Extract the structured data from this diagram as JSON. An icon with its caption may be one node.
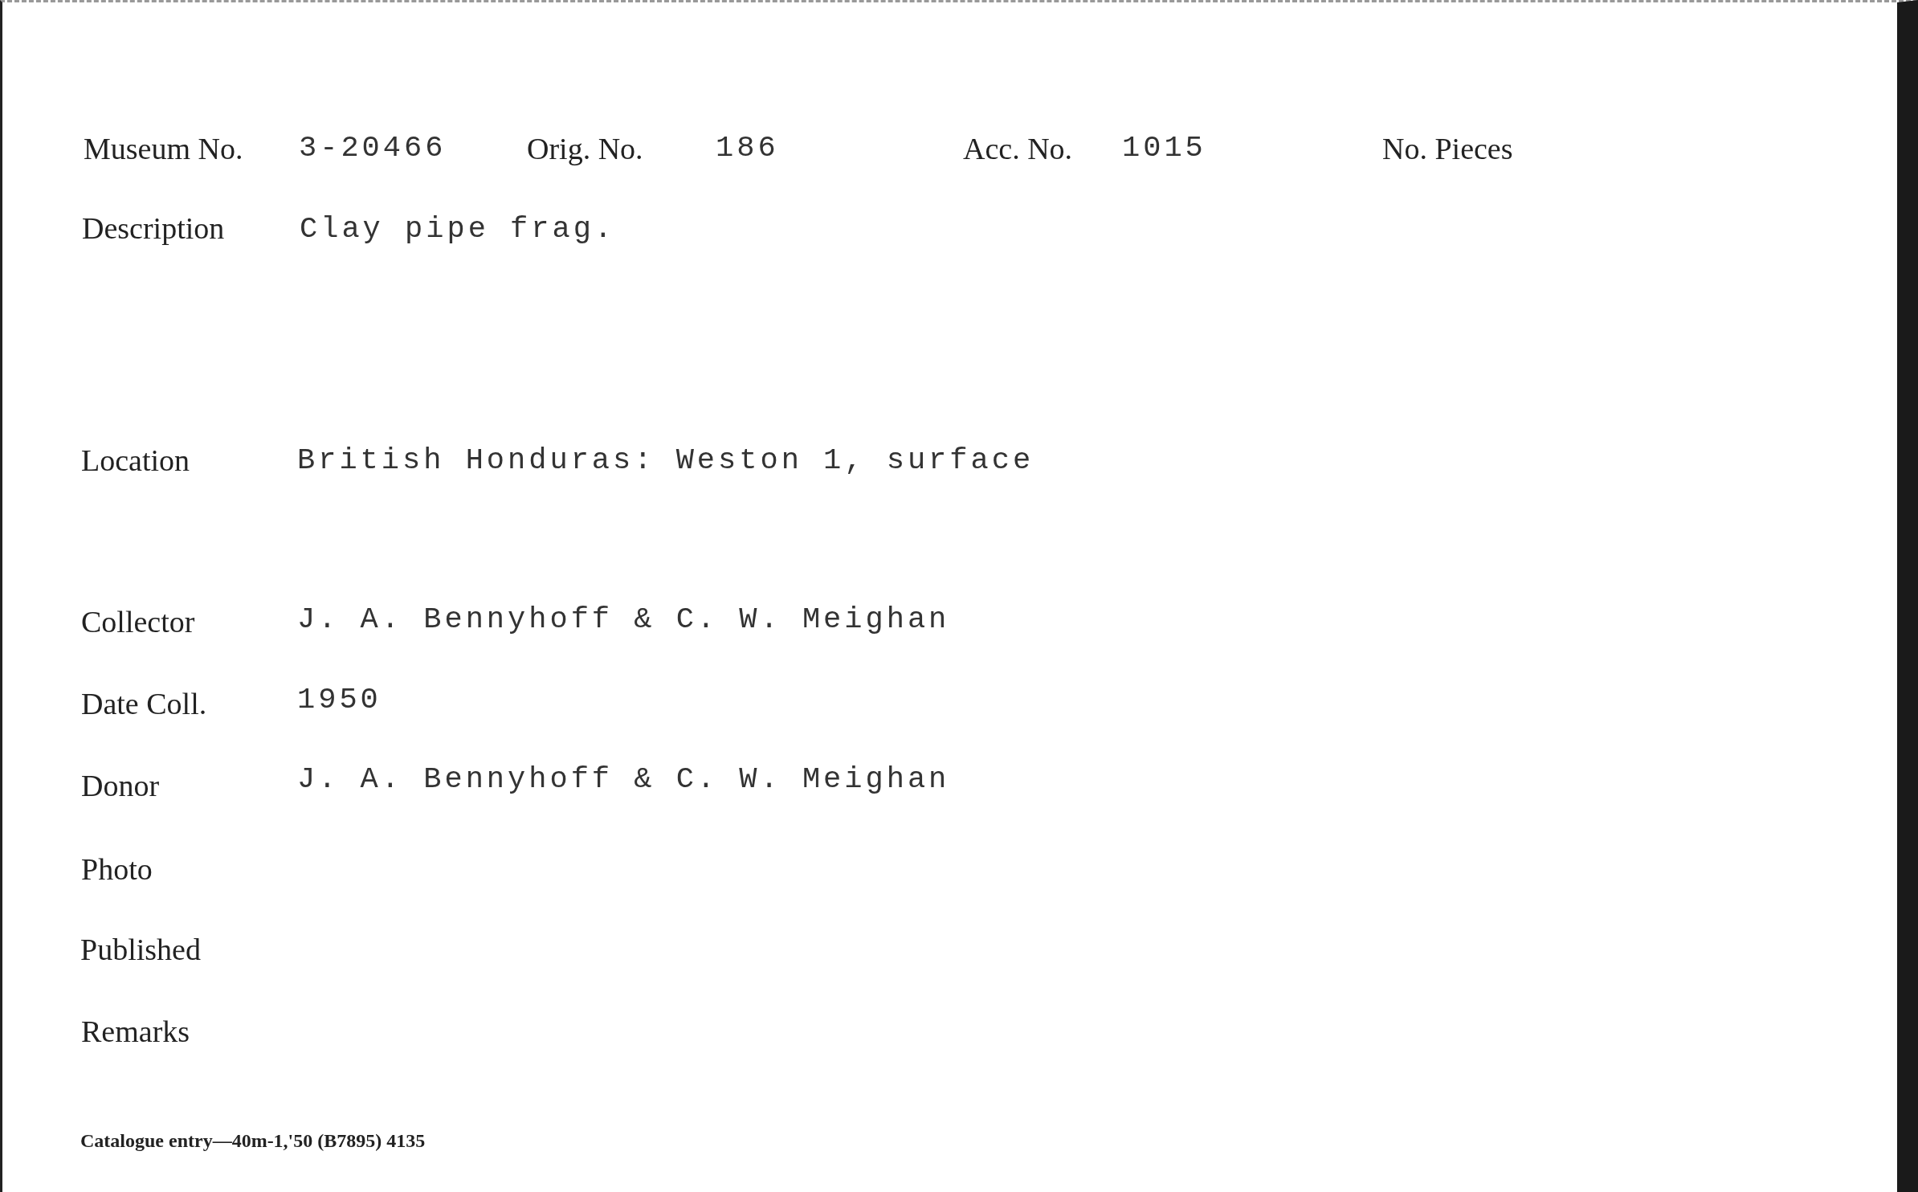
{
  "diagram": {
    "labels": [
      "Museum No.",
      "3-20466",
      "Orig. No.",
      "186",
      "Acc. No.",
      "1015",
      "No. Pieces",
      "Description",
      "Clay pipe frag.",
      "Location",
      "British Honduras: Weston 1, surface",
      "Collector",
      "J. A. Bennyhoff & C. W. Meighan",
      "Date Coll.",
      "1950",
      "Donor",
      "J. A. Bennyhoff & C. W. Meighan",
      "Photo",
      "Published",
      "Remarks",
      "Catalogue entry—40m-1,'50 (B7895) 4135"
    ]
  }
}
